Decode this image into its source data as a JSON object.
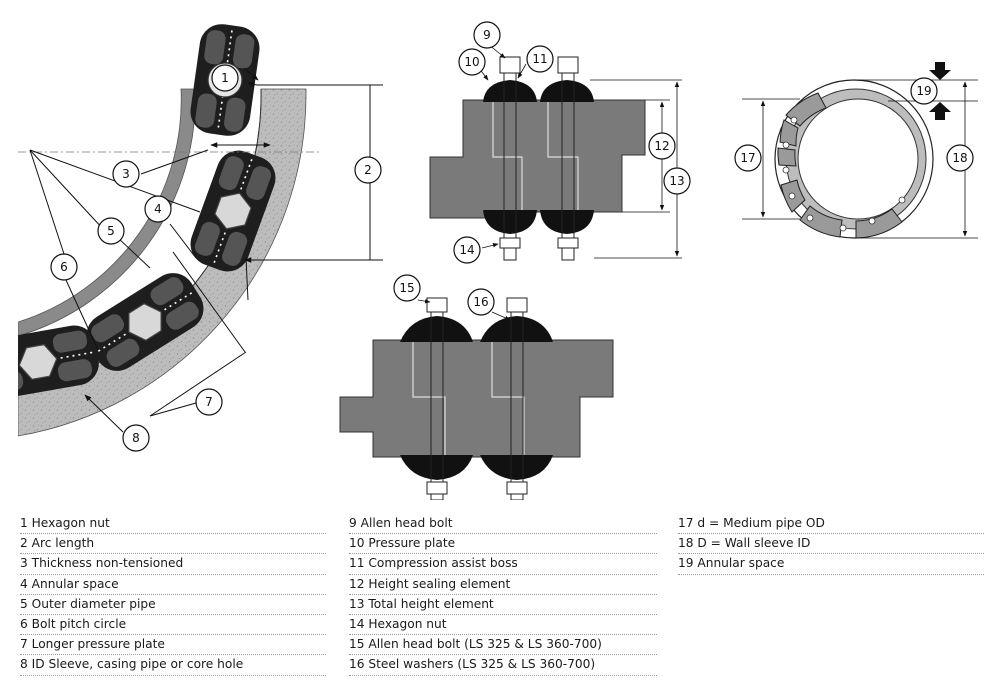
{
  "callouts": [
    "1",
    "2",
    "3",
    "4",
    "5",
    "6",
    "7",
    "8",
    "9",
    "10",
    "11",
    "12",
    "13",
    "14",
    "15",
    "16",
    "17",
    "18",
    "19"
  ],
  "legend": {
    "col1": [
      "1 Hexagon nut",
      "2 Arc length",
      "3 Thickness non-tensioned",
      "4 Annular space",
      "5 Outer diameter pipe",
      "6 Bolt pitch circle",
      "7 Longer pressure plate",
      "8 ID Sleeve, casing pipe or core hole"
    ],
    "col2": [
      "9 Allen head bolt",
      "10 Pressure plate",
      "11 Compression assist boss",
      "12 Height sealing element",
      "13 Total height element",
      "14 Hexagon nut",
      "15 Allen head bolt (LS 325 & LS 360-700)",
      "16 Steel washers (LS 325 & LS 360-700)"
    ],
    "col3": [
      "17 d = Medium pipe OD",
      "18 D = Wall sleeve ID",
      "19 Annular space"
    ]
  }
}
